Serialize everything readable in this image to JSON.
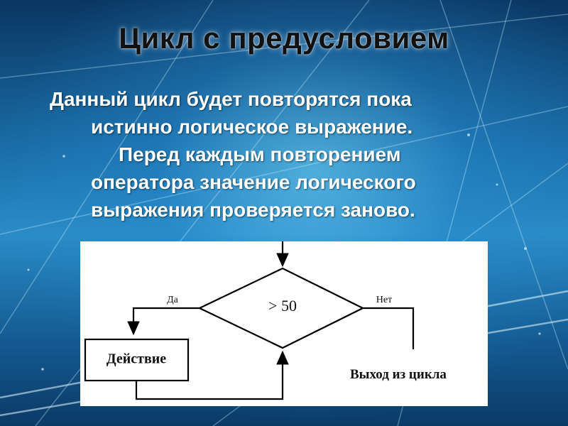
{
  "slide": {
    "title": "Цикл с предусловием",
    "paragraph_lines": [
      "Данный цикл будет повторятся пока",
      "истинно логическое выражение.",
      "Перед каждым повторением",
      "оператора значение логического",
      "выражения проверяется заново."
    ]
  },
  "diagram": {
    "condition": "> 50",
    "yes_label": "Да",
    "no_label": "Нет",
    "action_label": "Действие",
    "exit_label": "Выход из цикла"
  },
  "colors": {
    "background": "#1a6ea8",
    "title_text": "#111111",
    "body_text": "#ffffff",
    "panel": "#ffffff",
    "lines": "#000000"
  }
}
